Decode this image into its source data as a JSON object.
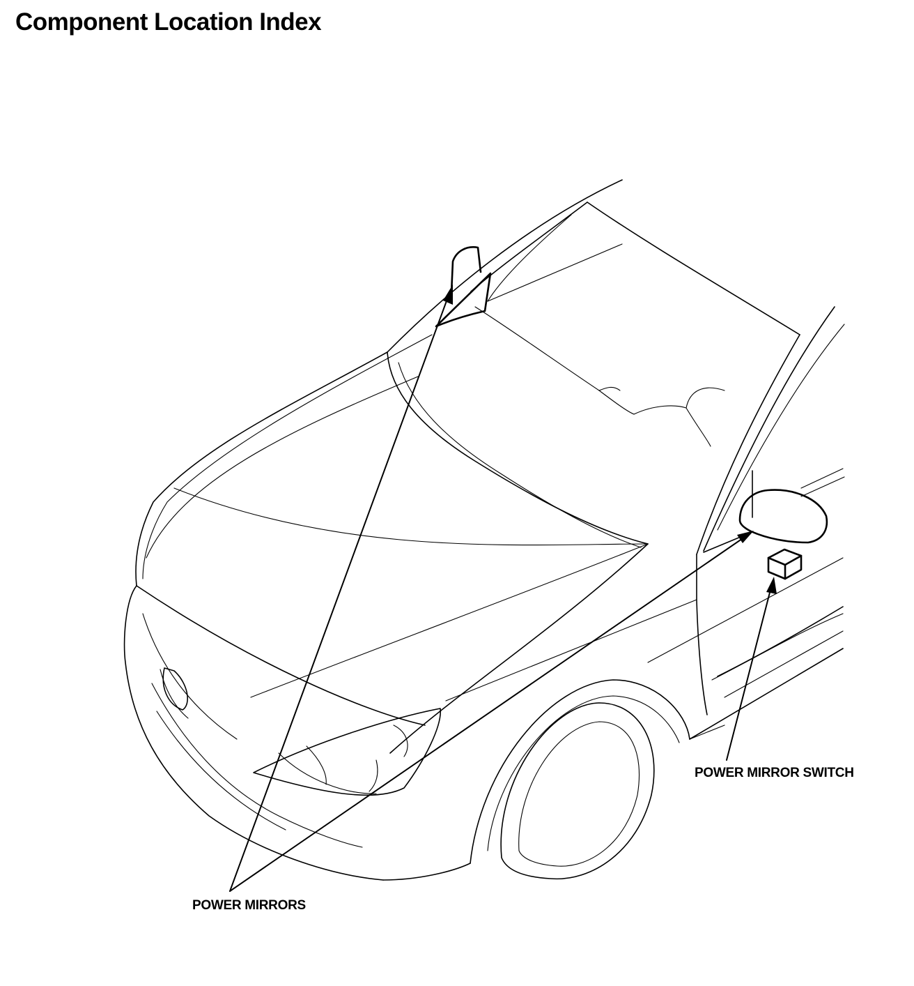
{
  "page": {
    "title": "Component Location Index"
  },
  "callouts": {
    "power_mirrors": "POWER MIRRORS",
    "power_mirror_switch": "POWER MIRROR SWITCH"
  },
  "colors": {
    "line": "#000000",
    "background": "#ffffff"
  }
}
